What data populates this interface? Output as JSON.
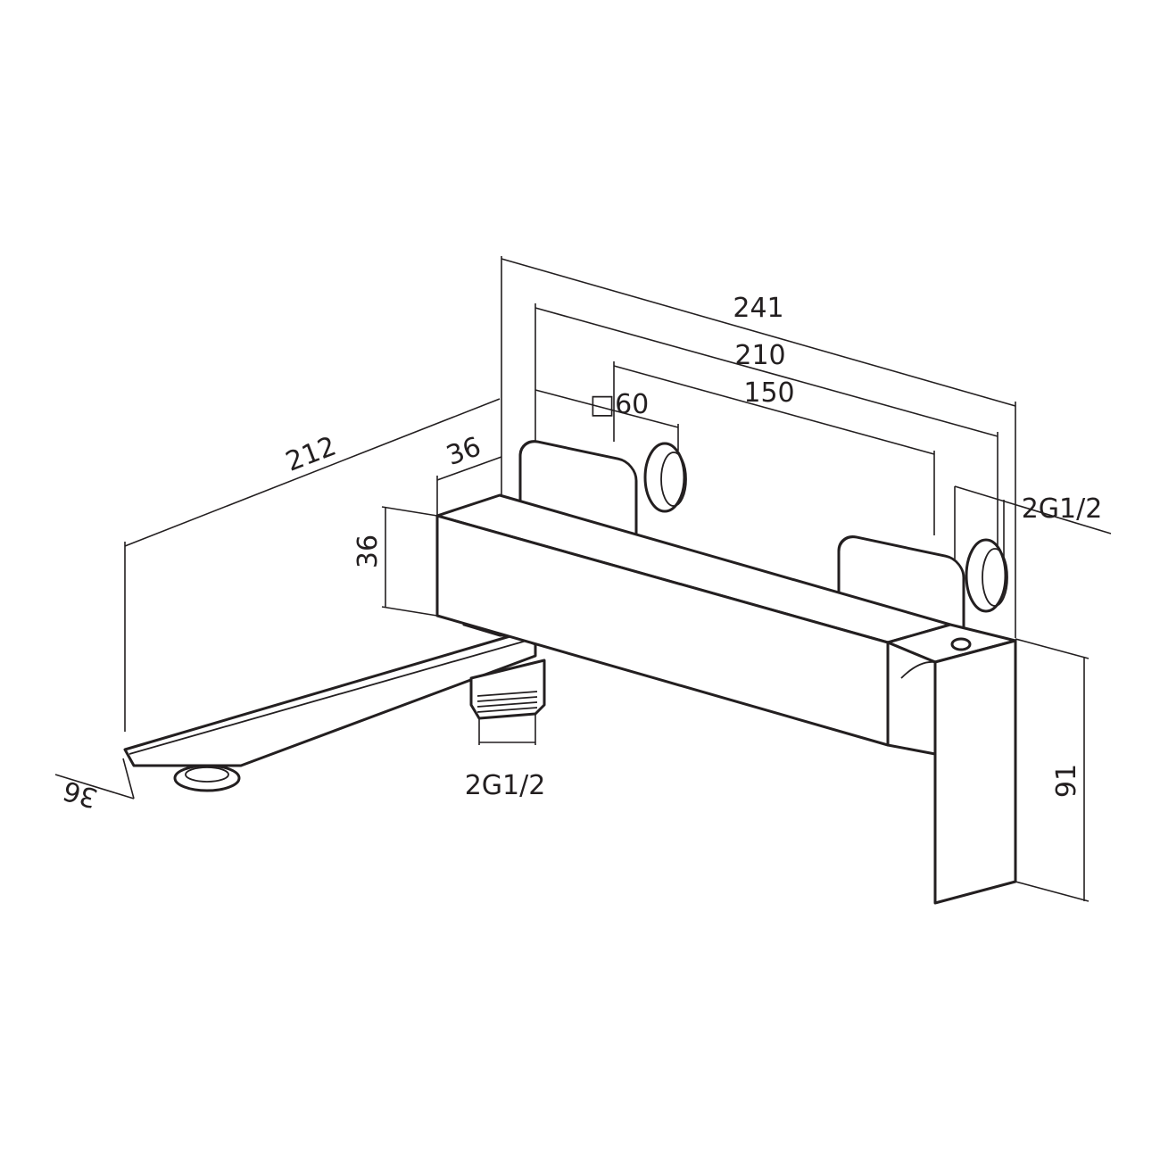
{
  "title": "Bath mixer dimension drawing",
  "dimensions": {
    "overall_width": "241",
    "handle_span": "210",
    "center_distance": "150",
    "handle_size": "□60",
    "spout_length": "212",
    "body_depth": "36",
    "body_height": "36",
    "spout_width": "36",
    "connection_right": "2G1/2",
    "connection_bottom": "2G1/2",
    "total_height": "91"
  }
}
